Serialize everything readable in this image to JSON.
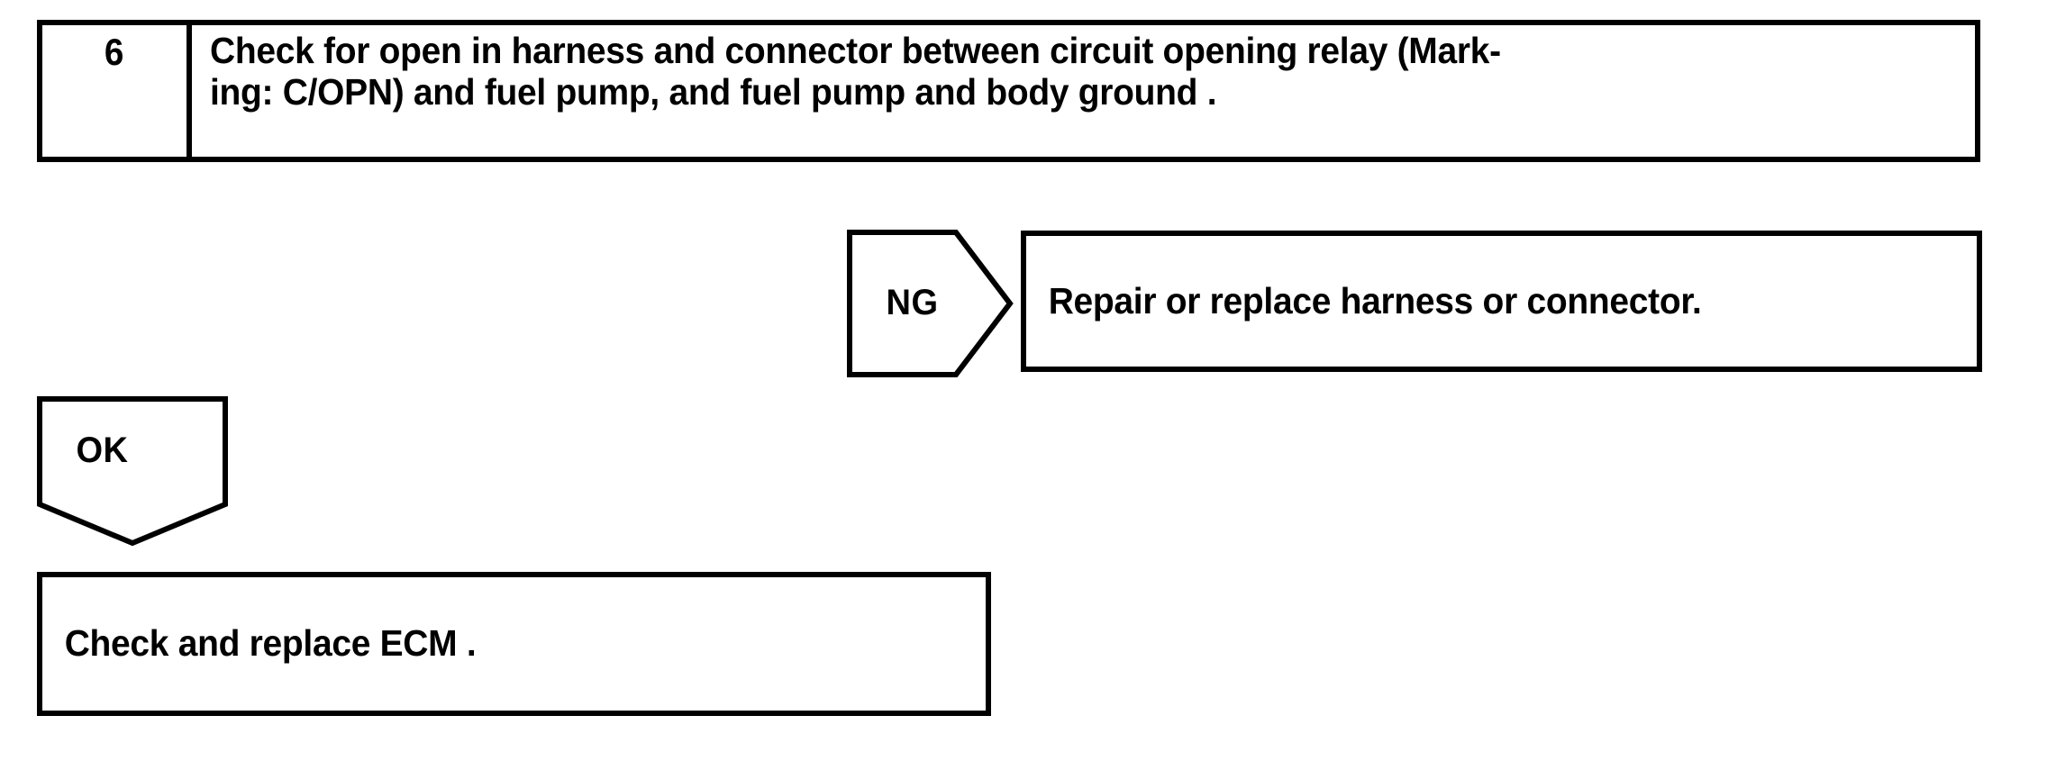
{
  "document": {
    "type": "diagnostic-troubleshooting-flowchart",
    "background_color": "#ffffff",
    "line_color": "#000000",
    "text_color": "#000000"
  },
  "step_table": {
    "step_number": "6",
    "instruction_line_1": "Check for open in harness and connector between circuit opening relay (Mark-",
    "instruction_line_2": "ing: C/OPN) and fuel pump, and fuel pump and body ground ."
  },
  "branches": {
    "ng": {
      "label": "NG",
      "shape": "pentagon-right",
      "result_text": "Repair or replace harness or connector."
    },
    "ok": {
      "label": "OK",
      "shape": "pentagon-down",
      "result_text": "Check and replace ECM ."
    }
  }
}
